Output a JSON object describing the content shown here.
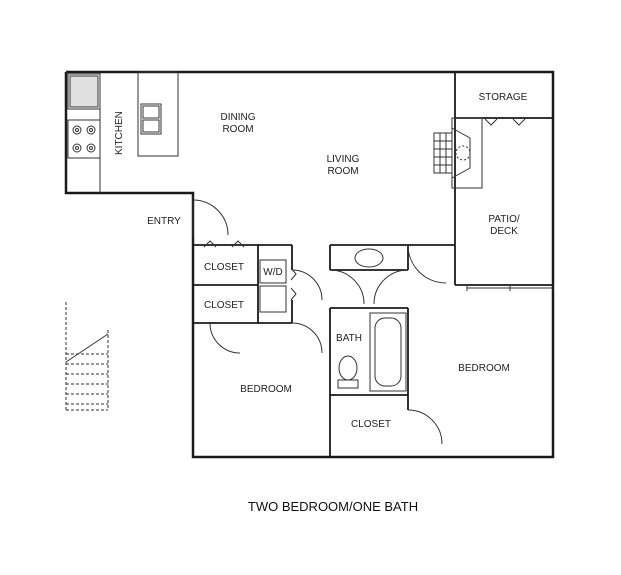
{
  "caption": "TWO BEDROOM/ONE BATH",
  "rooms": {
    "kitchen": "KITCHEN",
    "dining_line1": "DINING",
    "dining_line2": "ROOM",
    "living_line1": "LIVING",
    "living_line2": "ROOM",
    "storage": "STORAGE",
    "patio_line1": "PATIO/",
    "patio_line2": "DECK",
    "entry": "ENTRY",
    "closet_upper": "CLOSET",
    "closet_lower": "CLOSET",
    "wd": "W/D",
    "bath": "BATH",
    "bedroom_left": "BEDROOM",
    "bedroom_right": "BEDROOM",
    "closet_bath": "CLOSET"
  }
}
